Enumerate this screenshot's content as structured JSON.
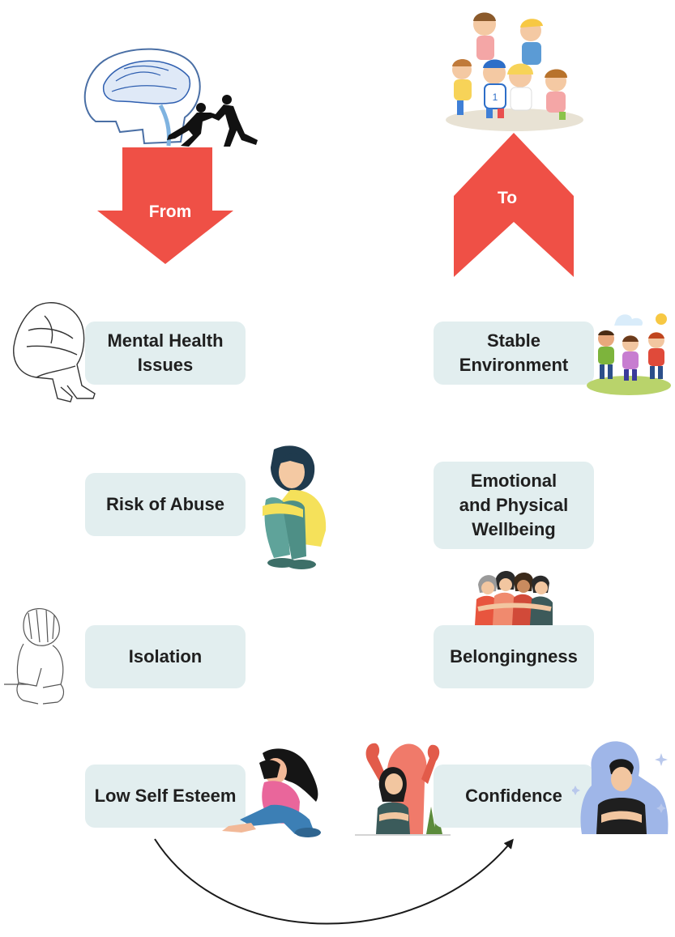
{
  "arrows": {
    "from_label": "From",
    "to_label": "To",
    "color": "#ef5046"
  },
  "left_column": [
    {
      "lines": [
        "Mental Health",
        "Issues"
      ],
      "icon": "crouching-person-sketch-icon"
    },
    {
      "lines": [
        "Risk of Abuse"
      ],
      "icon": "sad-woman-hugging-knees-icon"
    },
    {
      "lines": [
        "Isolation"
      ],
      "icon": "lonely-child-sketch-icon"
    },
    {
      "lines": [
        "Low Self Esteem"
      ],
      "icon": "distressed-woman-sitting-icon"
    }
  ],
  "right_column": [
    {
      "lines": [
        "Stable",
        "Environment"
      ],
      "icon": "children-playing-outdoors-icon"
    },
    {
      "lines": [
        "Emotional",
        "and Physical",
        "Wellbeing"
      ],
      "icon": ""
    },
    {
      "lines": [
        "Belongingness"
      ],
      "icon": "group-hug-icon"
    },
    {
      "lines": [
        "Confidence"
      ],
      "icon": "strong-women-icon"
    }
  ],
  "colors": {
    "box_fill": "#e2eeef",
    "text": "#1f1f1f",
    "connector": "#1a1a1a"
  }
}
